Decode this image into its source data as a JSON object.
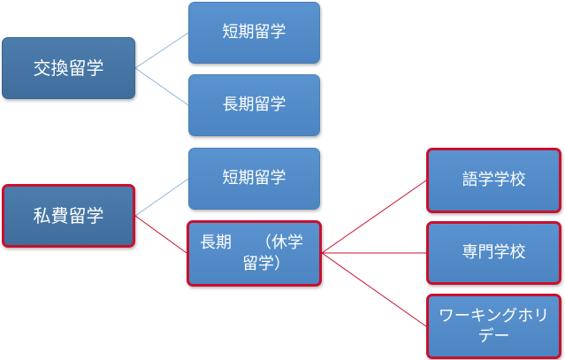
{
  "colors": {
    "level1": "#4676a6",
    "level2": "#5389c6",
    "highlight_border": "#c8102e",
    "connector": "#8fb2d8",
    "highlight_connector": "#c8102e"
  },
  "tree": {
    "exchange": {
      "label": "交換留学",
      "children": {
        "short": "短期留学",
        "long": "長期留学"
      }
    },
    "private": {
      "label": "私費留学",
      "children": {
        "short": "短期留学",
        "long": {
          "line1": "長期　　（休学",
          "line2": "留学）",
          "children": {
            "language": "語学学校",
            "vocational": "専門学校",
            "holiday": {
              "line1": "ワーキングホリ",
              "line2": "デー"
            }
          }
        }
      }
    }
  }
}
